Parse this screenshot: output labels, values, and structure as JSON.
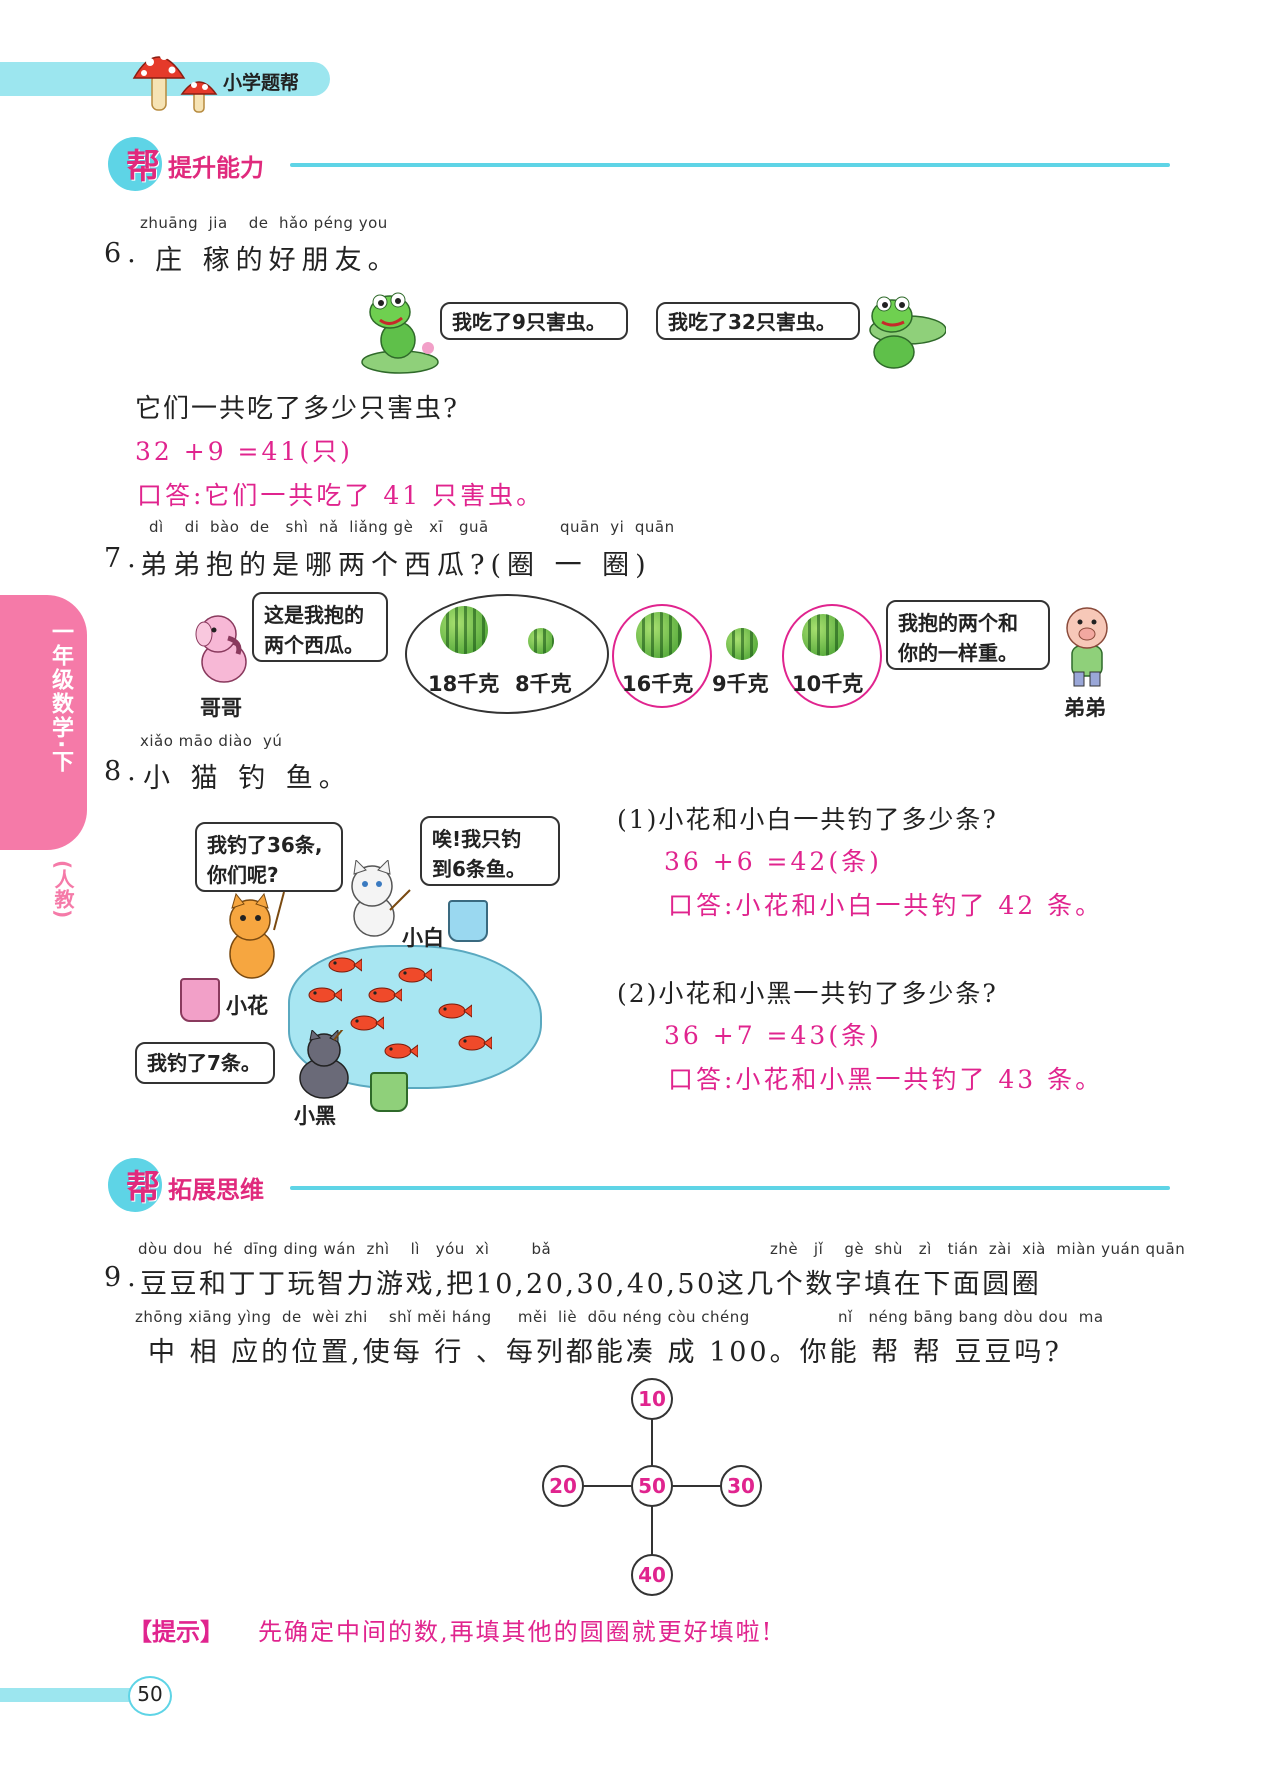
{
  "header": {
    "brand": "小学题帮"
  },
  "sidebar": {
    "grade": "一年级数学·下",
    "edition": "(人教)"
  },
  "section1": {
    "bang": "帮",
    "title": "提升能力"
  },
  "q6": {
    "pinyin": "zhuāng  jia    de  hǎo péng you",
    "number": "6.",
    "title": "庄 稼的好朋友。",
    "bubble_left": "我吃了9只害虫。",
    "bubble_right": "我吃了32只害虫。",
    "question": "它们一共吃了多少只害虫?",
    "answer_formula": "32 +9 =41(只)",
    "answer_text": "口答:它们一共吃了 41 只害虫。"
  },
  "q7": {
    "pinyin_left": "dì    di  bào  de   shì  nǎ  liǎng gè   xī   guā",
    "pinyin_right": "quān  yi  quān",
    "number": "7.",
    "title": "弟弟抱的是哪两个西瓜?(圈 一 圈)",
    "bubble_left": "这是我抱的\n两个西瓜。",
    "bubble_right": "我抱的两个和\n你的一样重。",
    "label_left": "哥哥",
    "label_right": "弟弟",
    "melons": [
      "18千克",
      "8千克",
      "16千克",
      "9千克",
      "10千克"
    ]
  },
  "q8": {
    "pinyin": "xiǎo māo diào  yú",
    "number": "8.",
    "title": "小 猫 钓 鱼。",
    "bubble_hua": "我钓了36条,\n你们呢?",
    "bubble_bai": "唉!我只钓\n到6条鱼。",
    "bubble_hei": "我钓了7条。",
    "label_hua": "小花",
    "label_bai": "小白",
    "label_hei": "小黑",
    "sub1_question": "(1)小花和小白一共钓了多少条?",
    "sub1_formula": "36 +6 =42(条)",
    "sub1_answer": "口答:小花和小白一共钓了 42 条。",
    "sub2_question": "(2)小花和小黑一共钓了多少条?",
    "sub2_formula": "36 +7 =43(条)",
    "sub2_answer": "口答:小花和小黑一共钓了 43 条。"
  },
  "section2": {
    "bang": "帮",
    "title": "拓展思维"
  },
  "q9": {
    "pinyin1_left": "dòu dou  hé  dīng ding wán  zhì    lì   yóu  xì        bǎ",
    "pinyin1_right": "zhè   jǐ    gè  shù   zì   tián  zài  xià  miàn yuán quān",
    "number": "9.",
    "line1": "豆豆和丁丁玩智力游戏,把10,20,30,40,50这几个数字填在下面圆圈",
    "pinyin2_left": "zhōng xiāng yìng  de  wèi zhi    shǐ měi háng     měi  liè  dōu néng còu chéng",
    "pinyin2_right": "nǐ   néng bāng bang dòu dou  ma",
    "line2": "中 相 应的位置,使每 行 、每列都能凑 成 100。你能 帮 帮 豆豆吗?",
    "circles": {
      "top": "10",
      "left": "20",
      "center": "50",
      "right": "30",
      "bottom": "40"
    },
    "hint_label": "【提示】",
    "hint_text": "先确定中间的数,再填其他的圆圈就更好填啦!"
  },
  "footer": {
    "page_number": "50"
  },
  "colors": {
    "accent_cyan": "#5ed4e6",
    "answer_magenta": "#e0248e",
    "sidebar_pink": "#f57aa8"
  }
}
